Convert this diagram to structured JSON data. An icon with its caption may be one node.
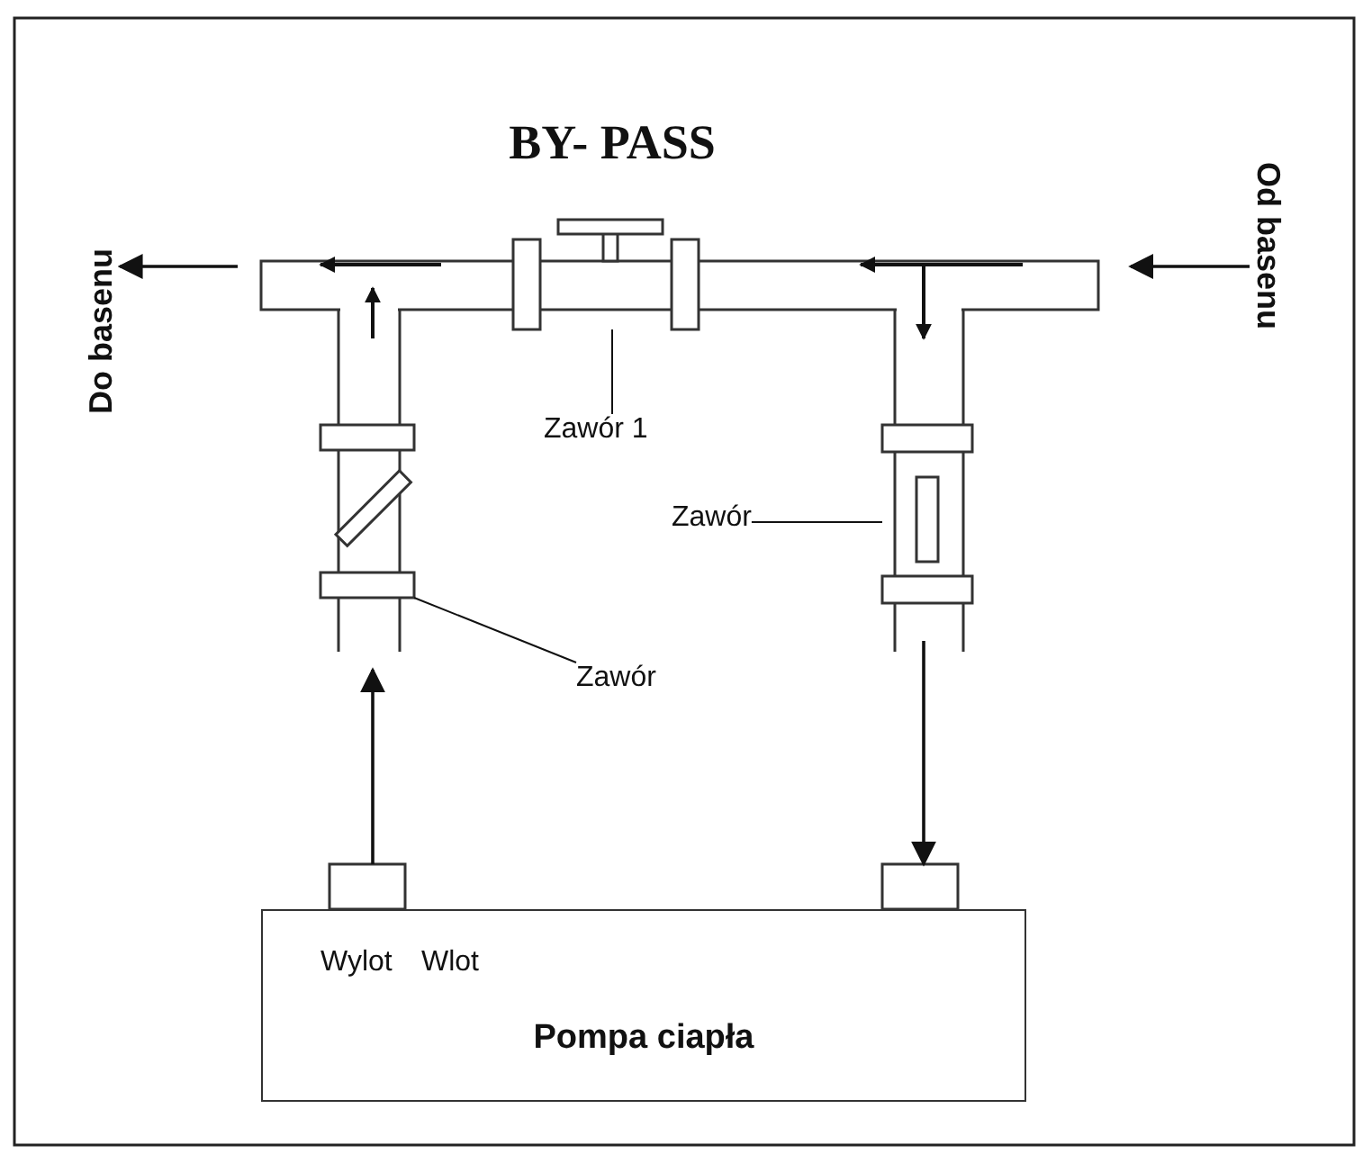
{
  "diagram": {
    "title": "BY- PASS",
    "nodes": [
      {
        "text": [
          "Do basenu"
        ]
      },
      {
        "text": [
          "Od basenu"
        ]
      },
      {
        "text": [],
        "shape": "box"
      },
      {
        "text": [
          "Zawór 1"
        ]
      },
      {
        "text": [],
        "shape": "box"
      },
      {
        "text": [
          "Zawór"
        ]
      },
      {
        "text": [],
        "shape": "box"
      },
      {
        "text": [
          "Zawór"
        ]
      },
      {
        "text": [],
        "shape": "box"
      },
      {
        "text": [],
        "shape": "box"
      },
      {
        "text": [
          "Wylot",
          "Wlot",
          "Pompa ciapła"
        ]
      }
    ],
    "edges": [
      {
        "from": null,
        "to": 0,
        "arrow": "to"
      },
      {
        "from": 1,
        "to": null,
        "arrow": "to"
      },
      {
        "from": 3,
        "to": 2,
        "arrow": "none"
      },
      {
        "from": 5,
        "to": 6,
        "arrow": "none"
      },
      {
        "from": 7,
        "to": 4,
        "arrow": "none"
      },
      {
        "from": 8,
        "to": null,
        "arrow": "to"
      },
      {
        "from": null,
        "to": 9,
        "arrow": "to"
      }
    ]
  }
}
